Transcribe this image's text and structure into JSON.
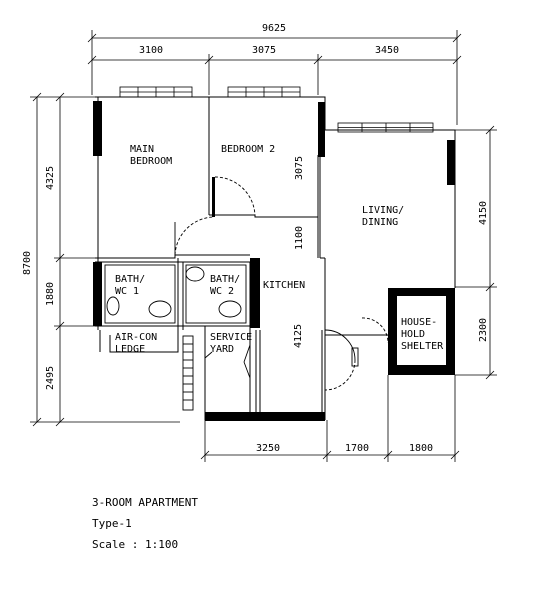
{
  "dimensions": {
    "top_total": "9625",
    "top_1": "3100",
    "top_2": "3075",
    "top_3": "3450",
    "left_total": "8700",
    "left_1": "4325",
    "left_2": "1880",
    "left_3": "2495",
    "right_1": "4150",
    "right_2": "2300",
    "bottom_1": "3250",
    "bottom_2": "1700",
    "bottom_3": "1800",
    "bedroom2_height": "3075",
    "corridor": "1100",
    "kitchen_length": "4125"
  },
  "rooms": {
    "main_bedroom_l1": "MAIN",
    "main_bedroom_l2": "BEDROOM",
    "bedroom_2": "BEDROOM 2",
    "living_l1": "LIVING/",
    "living_l2": "DINING",
    "bath1_l1": "BATH/",
    "bath1_l2": "WC 1",
    "bath2_l1": "BATH/",
    "bath2_l2": "WC 2",
    "kitchen": "KITCHEN",
    "aircon_l1": "AIR-CON",
    "aircon_l2": "LEDGE",
    "service_l1": "SERVICE",
    "service_l2": "YARD",
    "shelter_l1": "HOUSE-",
    "shelter_l2": "HOLD",
    "shelter_l3": "SHELTER"
  },
  "footer": {
    "title": "3-ROOM APARTMENT",
    "type": "Type-1",
    "scale": "Scale : 1:100"
  }
}
